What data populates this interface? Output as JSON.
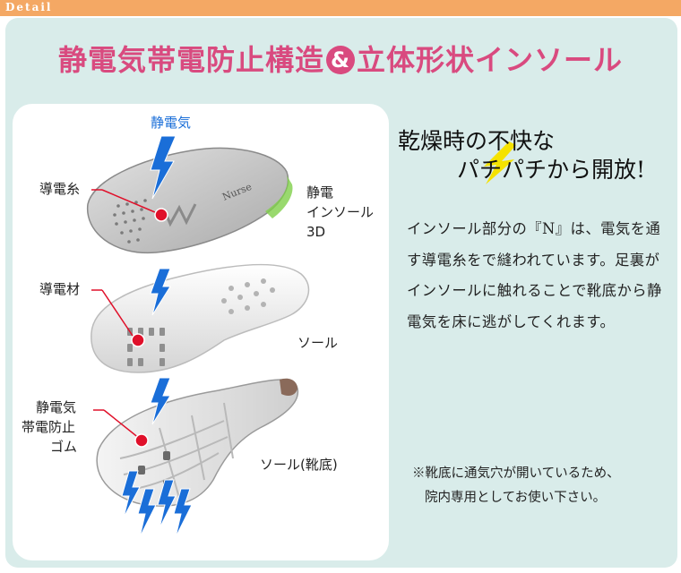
{
  "header": {
    "label": "Detail"
  },
  "title": {
    "part1": "静電気帯電防止構造",
    "amp": "&",
    "part2": "立体形状インソール"
  },
  "diagram": {
    "top_label": "静電気",
    "insole_brand": "Nurse",
    "labels": {
      "conductive_thread": "導電糸",
      "insole_line1": "静電",
      "insole_line2": "インソール",
      "insole_line3": "3D",
      "conductive_material": "導電材",
      "sole": "ソール",
      "rubber_line1": "静電気",
      "rubber_line2": "帯電防止",
      "rubber_line3": "ゴム",
      "outsole": "ソール(靴底)"
    },
    "colors": {
      "bolt": "#1a6ed8",
      "marker": "#e0102a",
      "accent": "#d94a7f"
    }
  },
  "heading": {
    "line1": "乾燥時の不快な",
    "line2": "パチパチから開放!"
  },
  "body": "インソール部分の『N』は、電気を通す導電糸をで縫われています。足裏がインソールに触れることで靴底から静電気を床に逃がしてくれます。",
  "note": {
    "line1": "※靴底に通気穴が開いているため、",
    "line2": "院内専用としてお使い下さい。"
  }
}
